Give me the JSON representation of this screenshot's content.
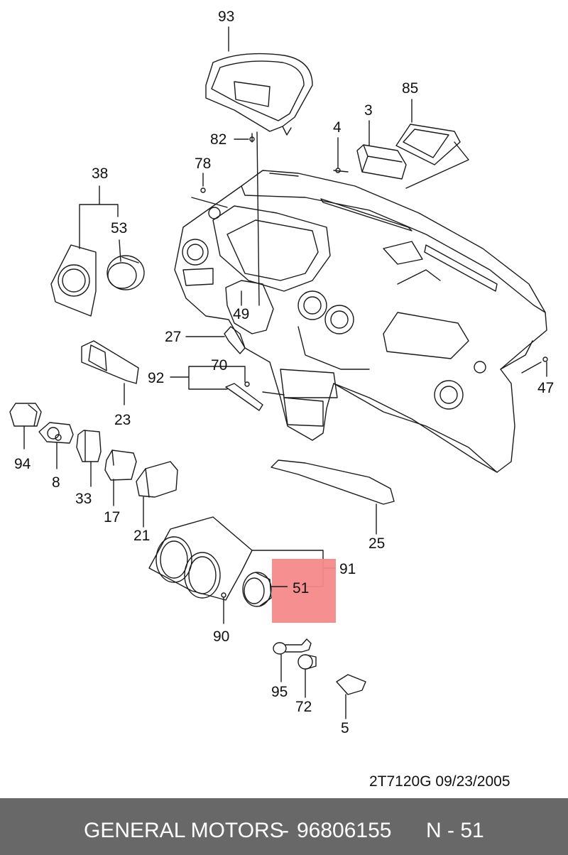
{
  "callouts": {
    "c93": "93",
    "c82": "82",
    "c85": "85",
    "c3": "3",
    "c4": "4",
    "c78": "78",
    "c38": "38",
    "c53": "53",
    "c49": "49",
    "c27": "27",
    "c92": "92",
    "c70": "70",
    "c23": "23",
    "c47": "47",
    "c94": "94",
    "c8": "8",
    "c33": "33",
    "c17": "17",
    "c21": "21",
    "c25": "25",
    "c91": "91",
    "c51": "51",
    "c90": "90",
    "c95": "95",
    "c72": "72",
    "c5": "5"
  },
  "highlight": {
    "part": "51",
    "color": "#f58a8a"
  },
  "doc_code": "2T7120G  09/23/2005",
  "footer": {
    "brand": "GENERAL MOTORS",
    "separator": "-",
    "part_number": "96806155",
    "reference": "N - 51",
    "background": "#686868"
  }
}
